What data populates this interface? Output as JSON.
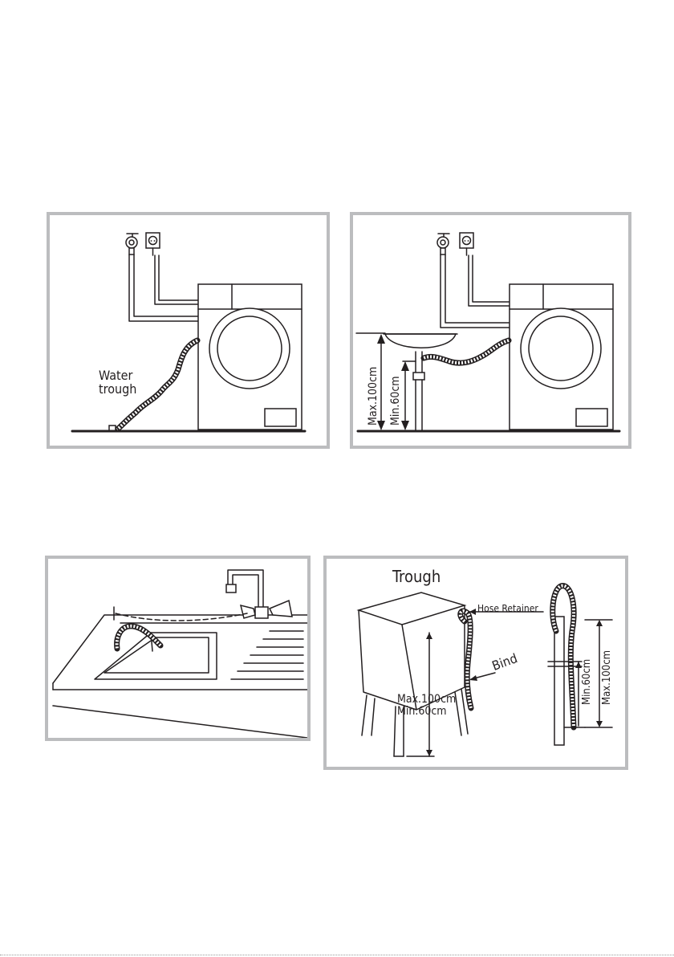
{
  "figures": {
    "trough_floor": {
      "label_line1": "Water",
      "label_line2": "trough"
    },
    "basin": {
      "max_label": "Max.100cm",
      "min_label": "Min.60cm"
    },
    "sink": {},
    "standpipe": {
      "trough_label": "Trough",
      "hose_retainer_label": "Hose Retainer",
      "bind_label": "Bind",
      "max_label": "Max.100cm",
      "min_label": "Min.60cm",
      "pipe_min_label": "Min.60cm",
      "pipe_max_label": "Max.100cm"
    }
  }
}
